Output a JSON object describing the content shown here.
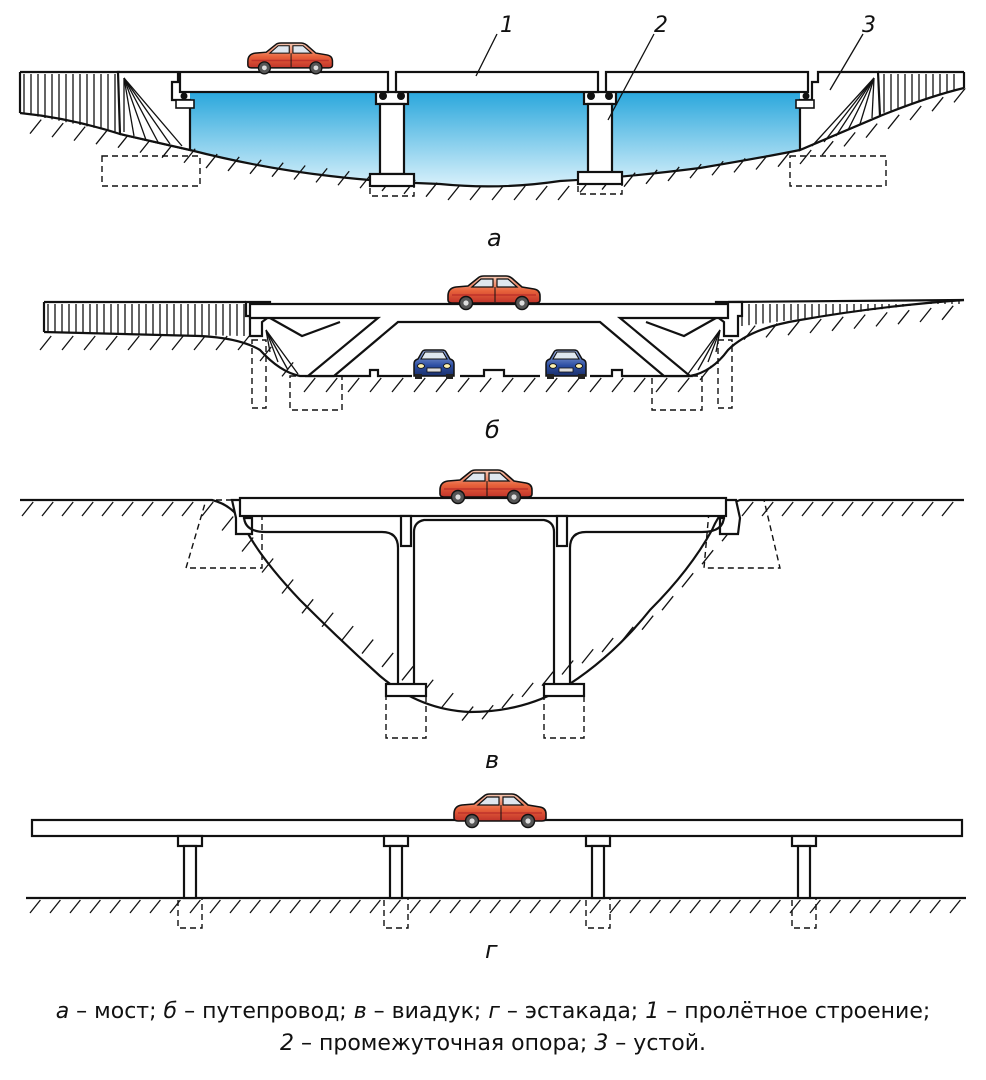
{
  "panels": [
    {
      "key": "a",
      "label": "а",
      "type": "мост"
    },
    {
      "key": "b",
      "label": "б",
      "type": "путепровод"
    },
    {
      "key": "v",
      "label": "в",
      "type": "виадук"
    },
    {
      "key": "g",
      "label": "г",
      "type": "эстакада"
    }
  ],
  "callouts": [
    "1",
    "2",
    "3"
  ],
  "caption": {
    "line1": [
      {
        "k": "а",
        "t": " – мост; "
      },
      {
        "k": "б",
        "t": " – путепровод; "
      },
      {
        "k": "в",
        "t": " – виадук; "
      },
      {
        "k": "г",
        "t": " – эстакада; "
      },
      {
        "k": "1",
        "t": " – пролётное строение;"
      }
    ],
    "line2": [
      {
        "k": "2",
        "t": " – промежуточная опора; "
      },
      {
        "k": "3",
        "t": " – устой."
      }
    ]
  },
  "colors": {
    "water_top": "#2aa7dc",
    "water_bottom": "#d9f1fb",
    "car_body": "#e8623b",
    "car_stripe": "#c0332a",
    "car_blue": "#2c4ea3",
    "ink": "#111111"
  }
}
